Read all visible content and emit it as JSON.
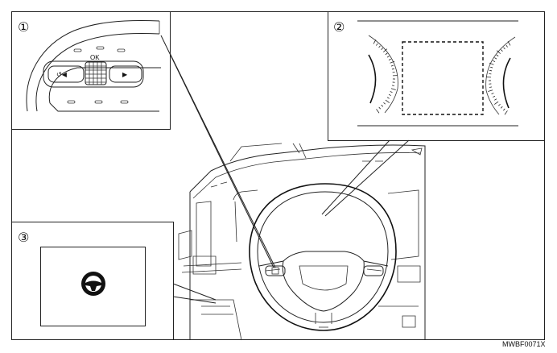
{
  "callouts": {
    "one": "①",
    "two": "②",
    "three": "③"
  },
  "switch_panel": {
    "ok_label": "OK",
    "back_glyph": "↺◀",
    "next_glyph": "▶"
  },
  "reference_code": "MWBF0071X",
  "icons": {
    "steering_assist": "steering-wheel-icon"
  },
  "colors": {
    "line": "#222222",
    "dial_arc": "#111111",
    "background": "#ffffff"
  }
}
